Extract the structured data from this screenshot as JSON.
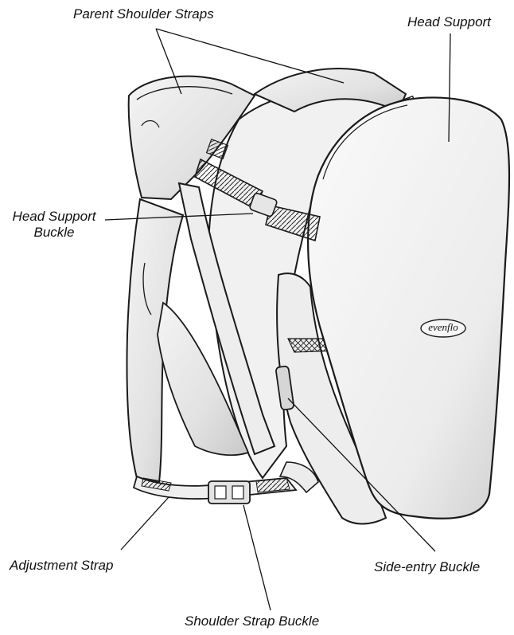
{
  "labels": {
    "parent_shoulder_straps": "Parent Shoulder Straps",
    "head_support": "Head Support",
    "head_support_buckle_line1": "Head Support",
    "head_support_buckle_line2": "Buckle",
    "adjustment_strap": "Adjustment Strap",
    "side_entry_buckle": "Side-entry Buckle",
    "shoulder_strap_buckle": "Shoulder Strap Buckle"
  },
  "brand": {
    "logo_text": "evenflo"
  },
  "colors": {
    "ink": "#1a1a1a",
    "shade": "#cfcfcf",
    "paper": "#ffffff"
  }
}
